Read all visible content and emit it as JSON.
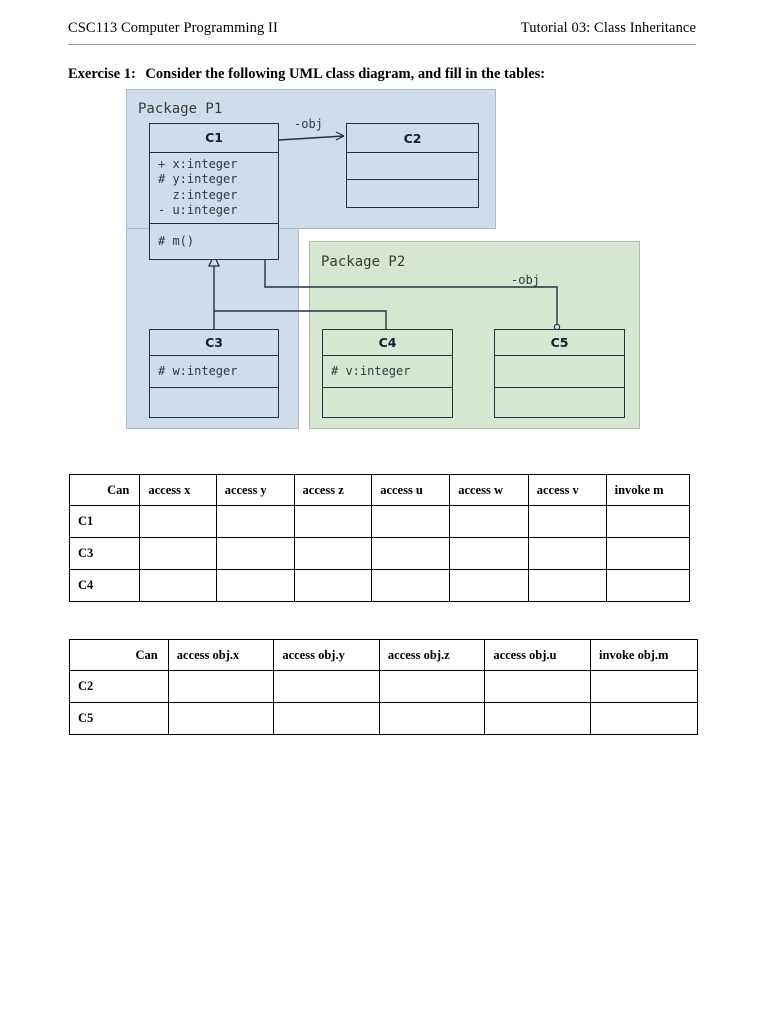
{
  "header": {
    "course": "CSC113 Computer Programming II",
    "tutorial": "Tutorial 03: Class Inheritance"
  },
  "exercise": {
    "label": "Exercise 1:",
    "text": "Consider the following UML class diagram, and fill in the tables:"
  },
  "diagram": {
    "packages": [
      {
        "name": "Package P1",
        "color": "#cfdcea"
      },
      {
        "name": "Package P2",
        "color": "#d7e6d0"
      }
    ],
    "classes": [
      {
        "name": "C1",
        "attributes": [
          "+ x:integer",
          "# y:integer",
          "  z:integer",
          "- u:integer"
        ],
        "operations": [
          "# m()"
        ]
      },
      {
        "name": "C2",
        "attributes": [],
        "operations": []
      },
      {
        "name": "C3",
        "attributes": [
          "# w:integer"
        ],
        "operations": []
      },
      {
        "name": "C4",
        "attributes": [
          "# v:integer"
        ],
        "operations": []
      },
      {
        "name": "C5",
        "attributes": [],
        "operations": []
      }
    ],
    "association_labels": [
      "-obj",
      "-obj"
    ]
  },
  "table1": {
    "headers": [
      "Can",
      "access x",
      "access y",
      "access z",
      "access u",
      "access w",
      "access v",
      "invoke m"
    ],
    "rows": [
      {
        "label": "C1",
        "cells": [
          "",
          "",
          "",
          "",
          "",
          "",
          ""
        ]
      },
      {
        "label": "C3",
        "cells": [
          "",
          "",
          "",
          "",
          "",
          "",
          ""
        ]
      },
      {
        "label": "C4",
        "cells": [
          "",
          "",
          "",
          "",
          "",
          "",
          ""
        ]
      }
    ]
  },
  "table2": {
    "headers": [
      "Can",
      "access obj.x",
      "access obj.y",
      "access obj.z",
      "access obj.u",
      "invoke obj.m"
    ],
    "rows": [
      {
        "label": "C2",
        "cells": [
          "",
          "",
          "",
          "",
          ""
        ]
      },
      {
        "label": "C5",
        "cells": [
          "",
          "",
          "",
          "",
          ""
        ]
      }
    ]
  }
}
